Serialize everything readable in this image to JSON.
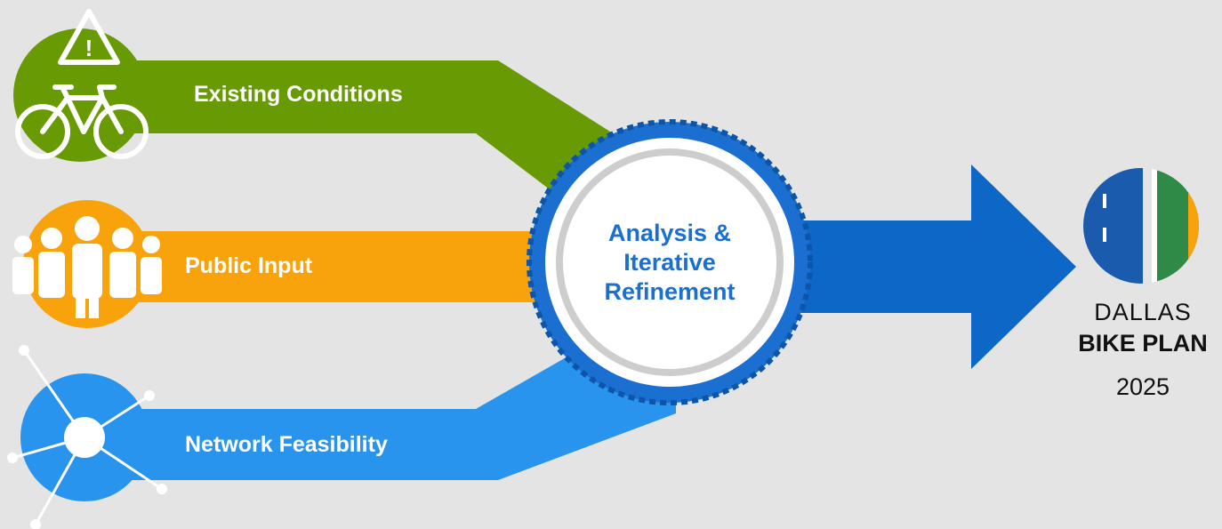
{
  "inputs": [
    {
      "label": "Existing Conditions",
      "icon": "bicycle-warning-icon",
      "color": "#689a04"
    },
    {
      "label": "Public Input",
      "icon": "people-group-icon",
      "color": "#f8a30b"
    },
    {
      "label": "Network Feasibility",
      "icon": "network-nodes-icon",
      "color": "#2894ee"
    }
  ],
  "warning_glyph": "!",
  "center": {
    "lines": [
      "Analysis &",
      "Iterative",
      "Refinement"
    ],
    "ring_color": "#1a6fd1",
    "text_color": "#1a6fd1"
  },
  "output_arrow_color": "#0d67c6",
  "logo": {
    "line1": "DALLAS",
    "line2": "BIKE PLAN",
    "line3": "2025",
    "icon": "bike-lane-road-icon",
    "colors": [
      "#1a5bad",
      "#2e8a46",
      "#f8a30b"
    ]
  }
}
